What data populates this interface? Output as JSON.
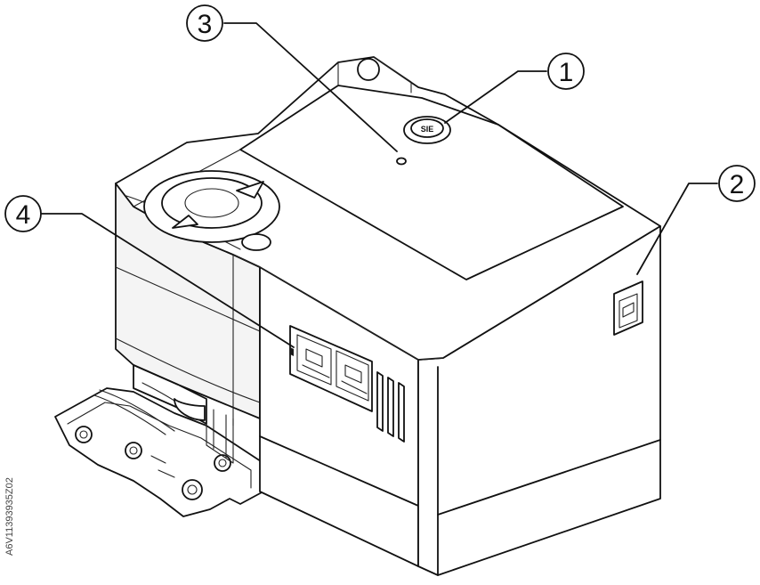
{
  "callouts": [
    {
      "number": "1"
    },
    {
      "number": "2"
    },
    {
      "number": "3"
    },
    {
      "number": "4"
    }
  ],
  "document_id": "A6V11393935Z02",
  "button_glyph": "SIE"
}
